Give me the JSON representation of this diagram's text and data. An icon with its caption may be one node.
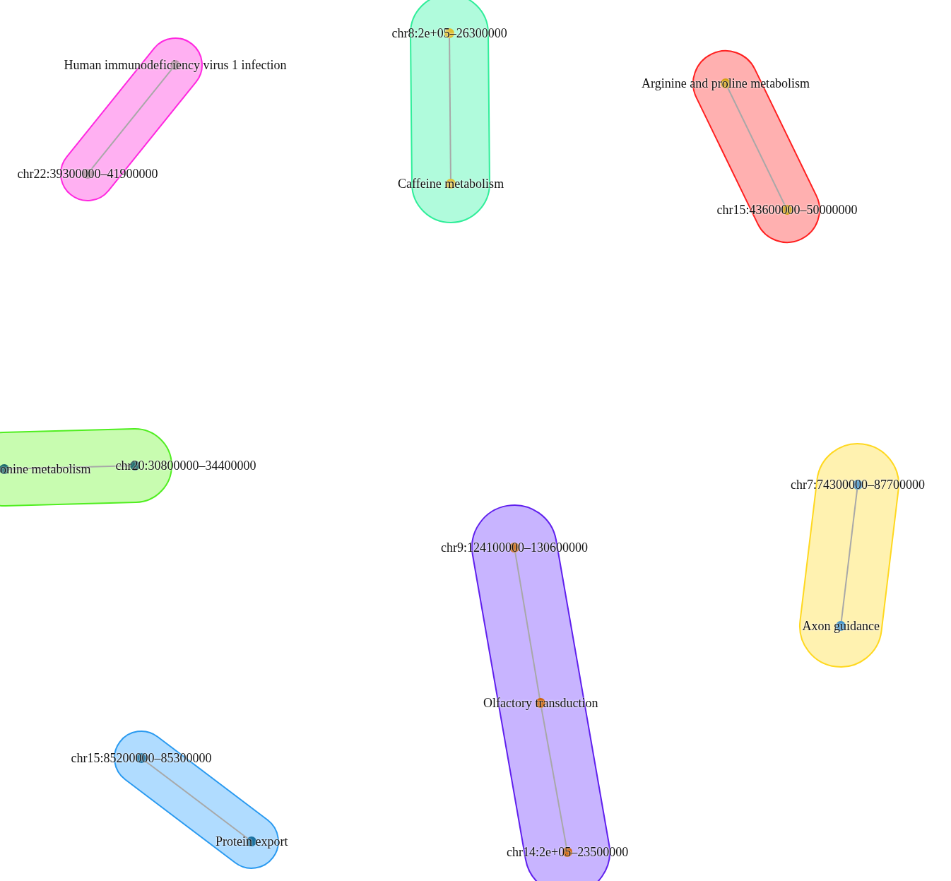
{
  "diagram": {
    "nodes": [
      {
        "text": [
          "Human immunodeficiency virus 1 infection"
        ]
      },
      {
        "text": [
          "chr22:39300000–41900000"
        ]
      },
      {
        "text": [
          "chr8:2e+05–26300000"
        ]
      },
      {
        "text": [
          "Caffeine metabolism"
        ]
      },
      {
        "text": [
          "Arginine and proline metabolism"
        ]
      },
      {
        "text": [
          "chr15:43600000–50000000"
        ]
      },
      {
        "text": [
          "onine metabolism"
        ]
      },
      {
        "text": [
          "chr20:30800000–34400000"
        ]
      },
      {
        "text": [
          "chr7:74300000–87700000"
        ]
      },
      {
        "text": [
          "Axon guidance"
        ]
      },
      {
        "text": [
          "chr9:124100000–130600000"
        ]
      },
      {
        "text": [
          "Olfactory transduction"
        ]
      },
      {
        "text": [
          "chr14:2e+05–23500000"
        ]
      },
      {
        "text": [
          "chr15:85200000–85300000"
        ]
      },
      {
        "text": [
          "Protein export"
        ]
      }
    ],
    "edges": [
      {
        "from": 0,
        "to": 1,
        "arrow": "none"
      },
      {
        "from": 2,
        "to": 3,
        "arrow": "none"
      },
      {
        "from": 4,
        "to": 5,
        "arrow": "none"
      },
      {
        "from": 6,
        "to": 7,
        "arrow": "none"
      },
      {
        "from": 8,
        "to": 9,
        "arrow": "none"
      },
      {
        "from": 10,
        "to": 11,
        "arrow": "none"
      },
      {
        "from": 11,
        "to": 12,
        "arrow": "none"
      },
      {
        "from": 13,
        "to": 14,
        "arrow": "none"
      }
    ]
  }
}
